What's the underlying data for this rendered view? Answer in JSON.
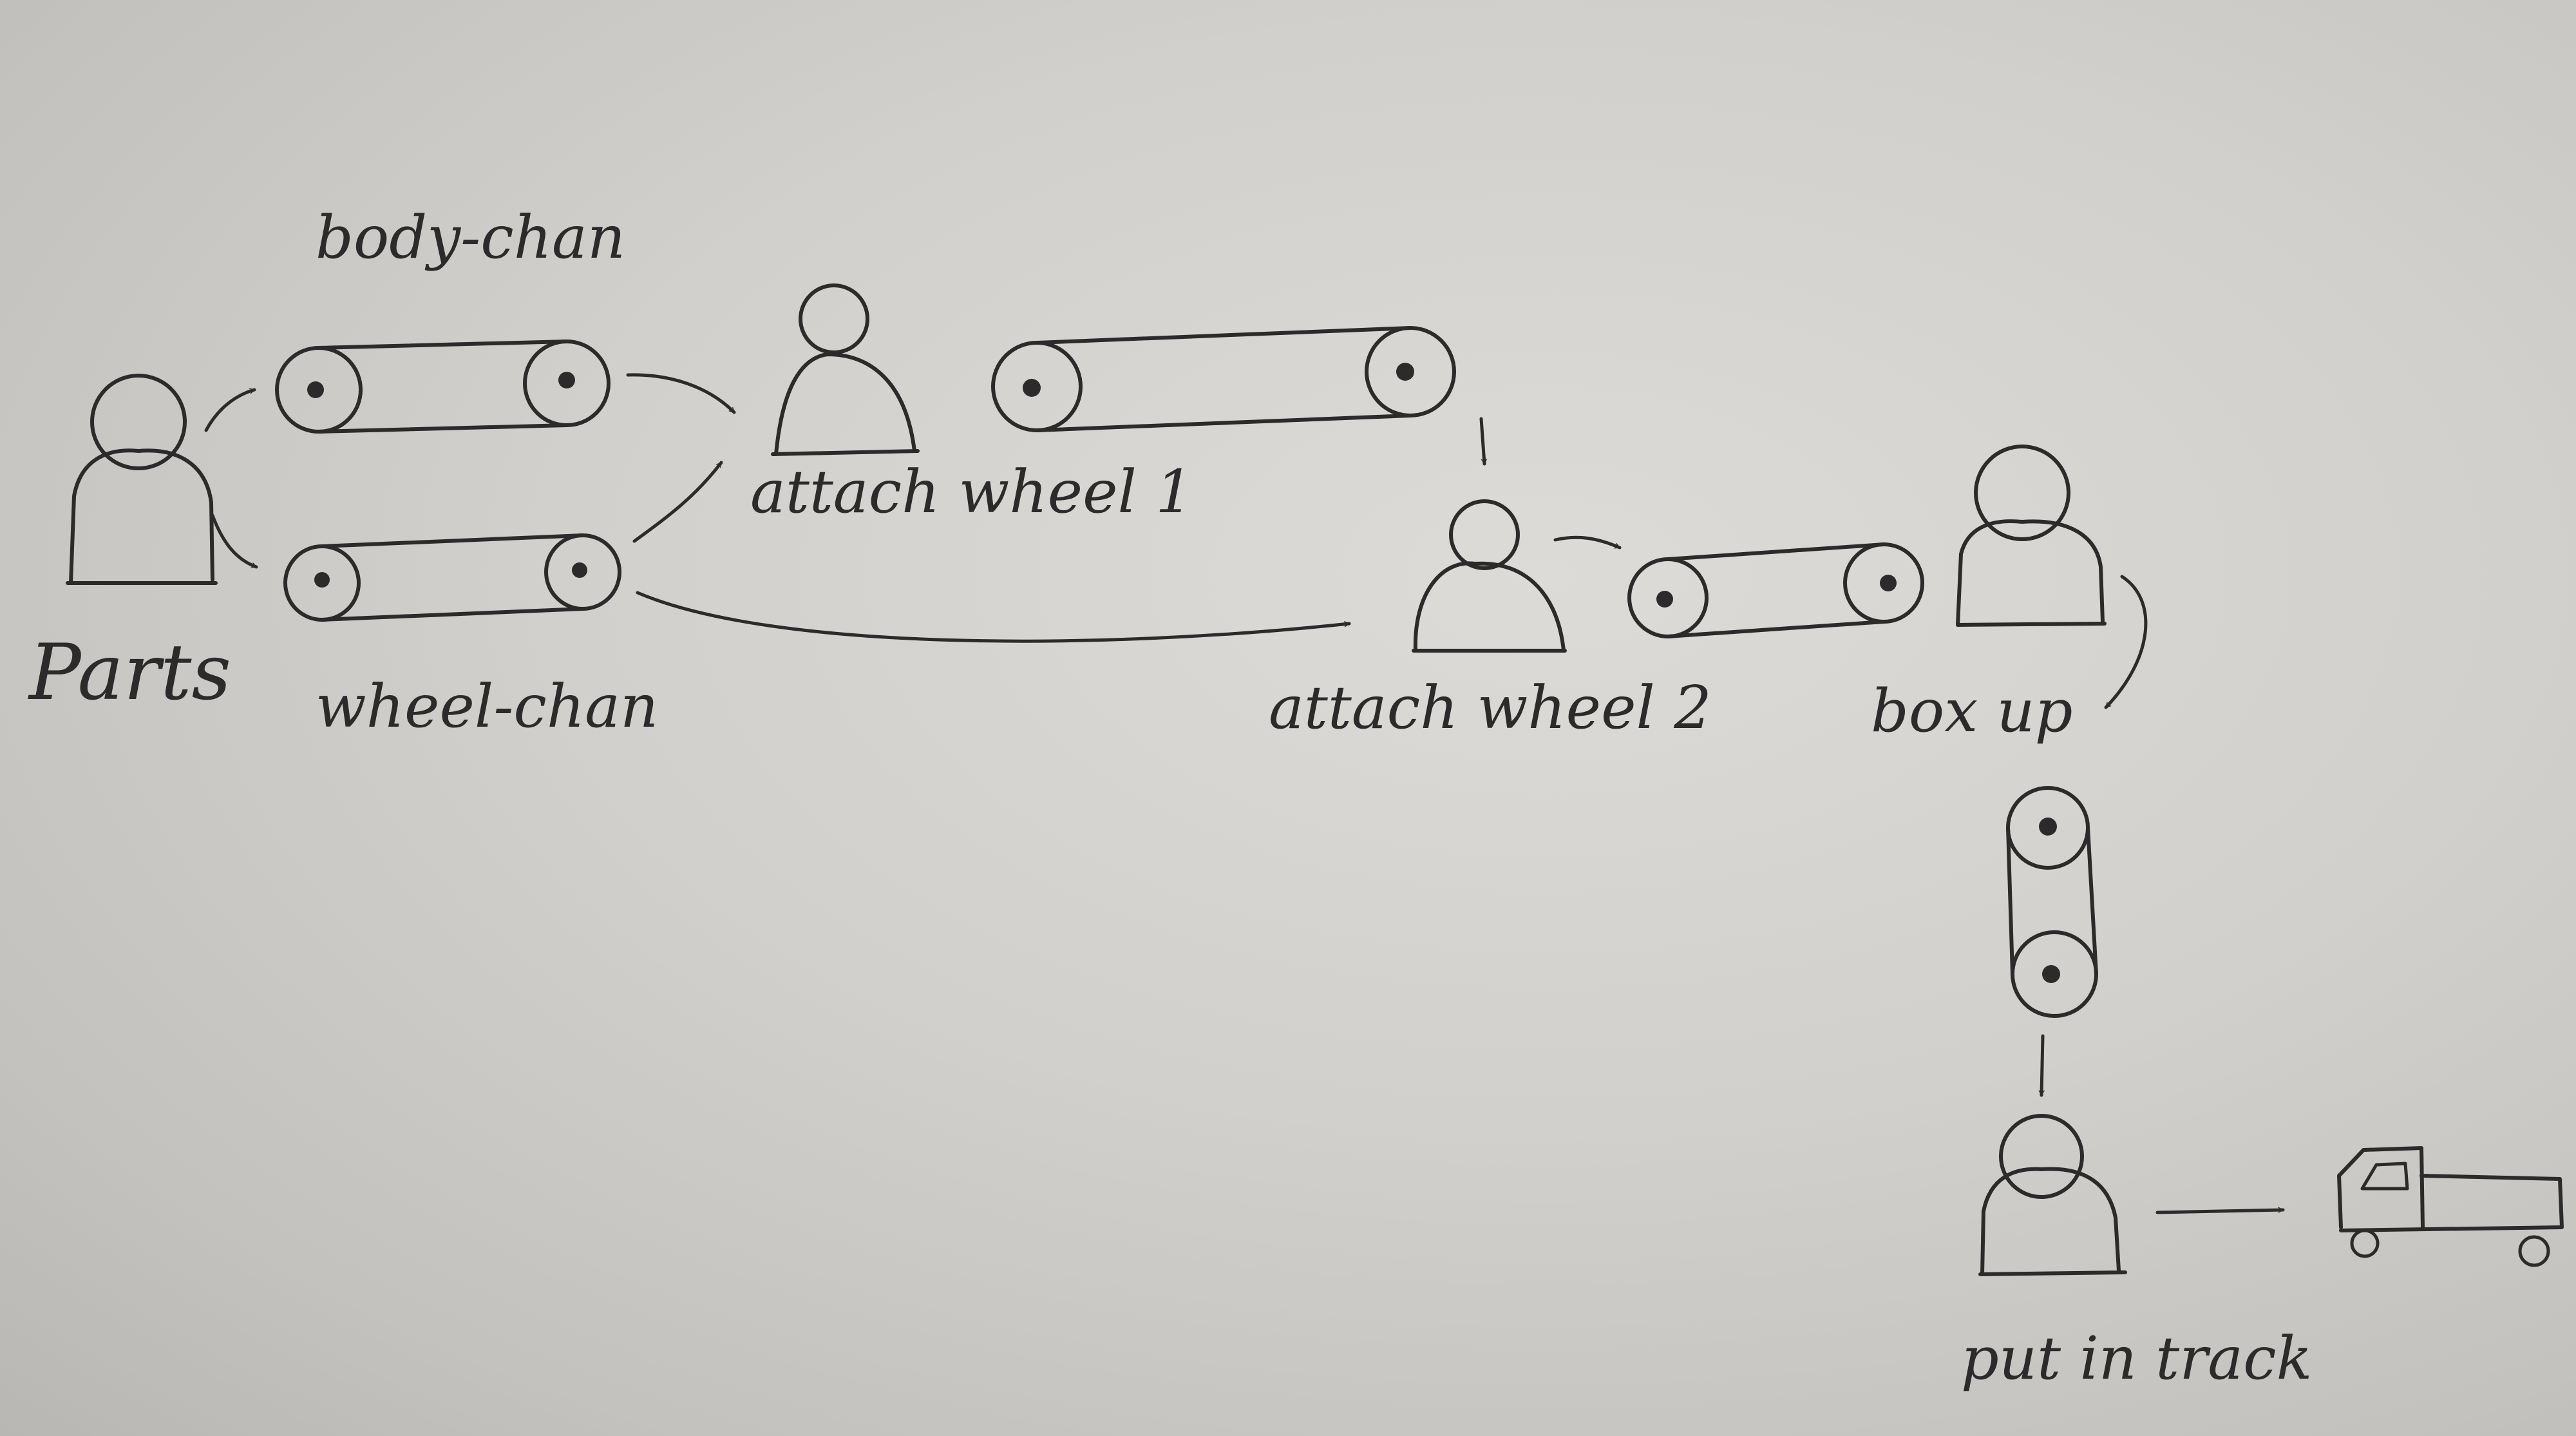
{
  "labels": {
    "parts": "Parts",
    "body_chan": "body-chan",
    "wheel_chan": "wheel-chan",
    "attach_wheel_1": "attach wheel 1",
    "attach_wheel_2": "attach wheel 2",
    "box_up": "box up",
    "put_in_track": "put in track"
  },
  "colors": {
    "ink": "#2b2b2b",
    "paper": "#d6d4d0"
  }
}
